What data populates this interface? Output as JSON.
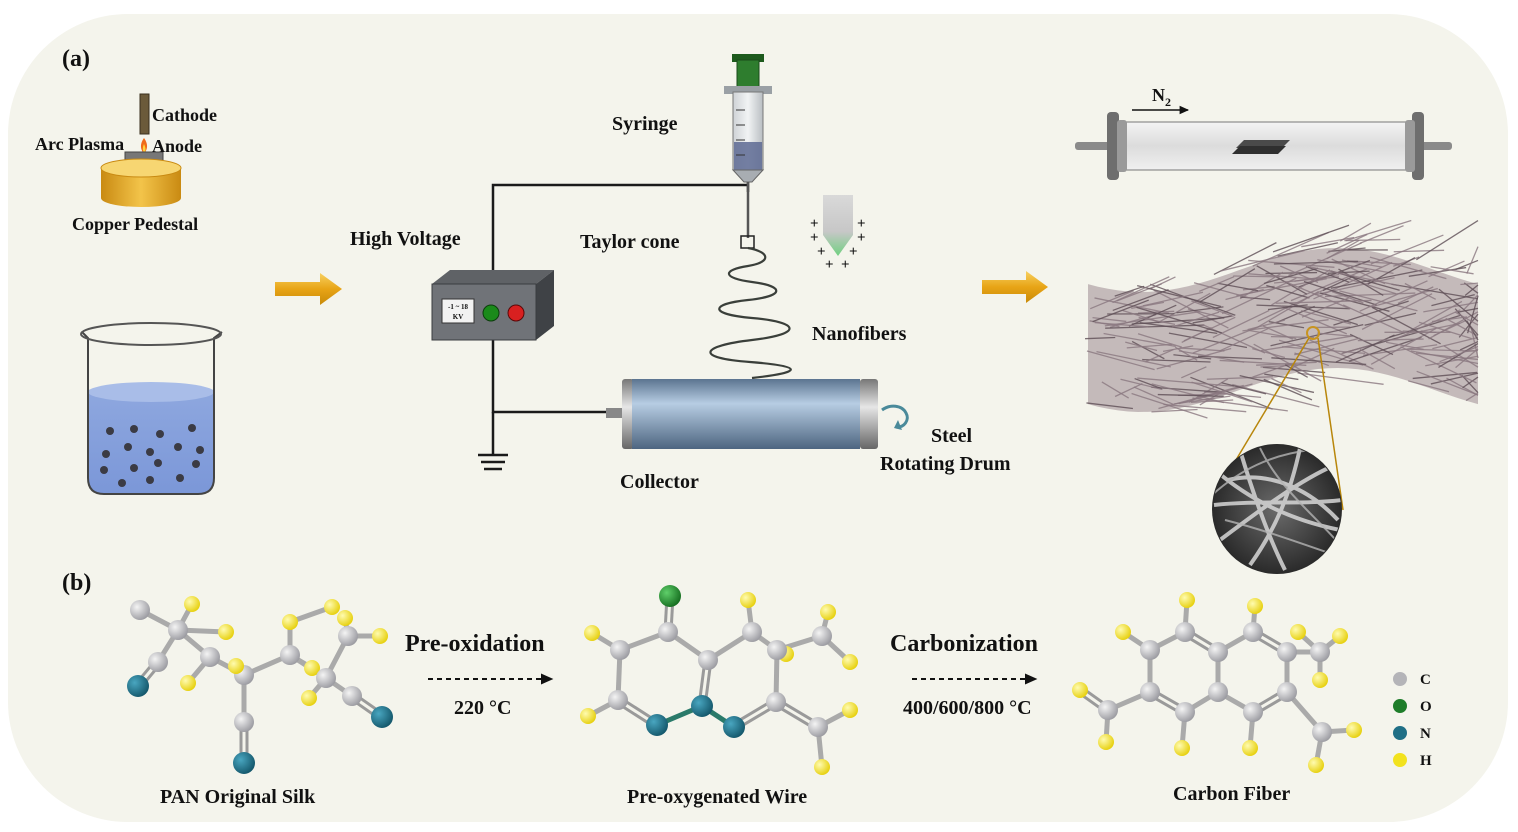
{
  "panels": {
    "a": "(a)",
    "b": "(b)"
  },
  "labels": {
    "cathode": "Cathode",
    "arc_plasma": "Arc Plasma",
    "anode": "Anode",
    "copper_pedestal": "Copper Pedestal",
    "high_voltage": "High Voltage",
    "voltage_display_1": "-1 ~ 18",
    "voltage_display_2": "KV",
    "syringe": "Syringe",
    "taylor_cone": "Taylor cone",
    "nanofibers": "Nanofibers",
    "collector": "Collector",
    "steel": "Steel",
    "rotating_drum": "Rotating Drum",
    "gas": "N",
    "gas_sub": "2"
  },
  "molecules": {
    "pan": "PAN Original Silk",
    "pre_oxygenated": "Pre-oxygenated Wire",
    "carbon_fiber": "Carbon Fiber"
  },
  "steps": {
    "pre_oxidation": "Pre-oxidation",
    "pre_oxidation_temp": "220 °C",
    "carbonization": "Carbonization",
    "carbonization_temp": "400/600/800 °C"
  },
  "legend": [
    {
      "symbol": "C",
      "color": "#b4b4b8"
    },
    {
      "symbol": "O",
      "color": "#1e7d2a"
    },
    {
      "symbol": "N",
      "color": "#1f6f86"
    },
    {
      "symbol": "H",
      "color": "#f2e21e"
    }
  ],
  "colors": {
    "background_panel": "#f4f4ec",
    "arrow": "#f0b020",
    "carbon": "#b4b4b8",
    "oxygen": "#1e7d2a",
    "nitrogen": "#1f6f86",
    "hydrogen": "#f2e21e",
    "fiber_mat": "#8a7880"
  }
}
